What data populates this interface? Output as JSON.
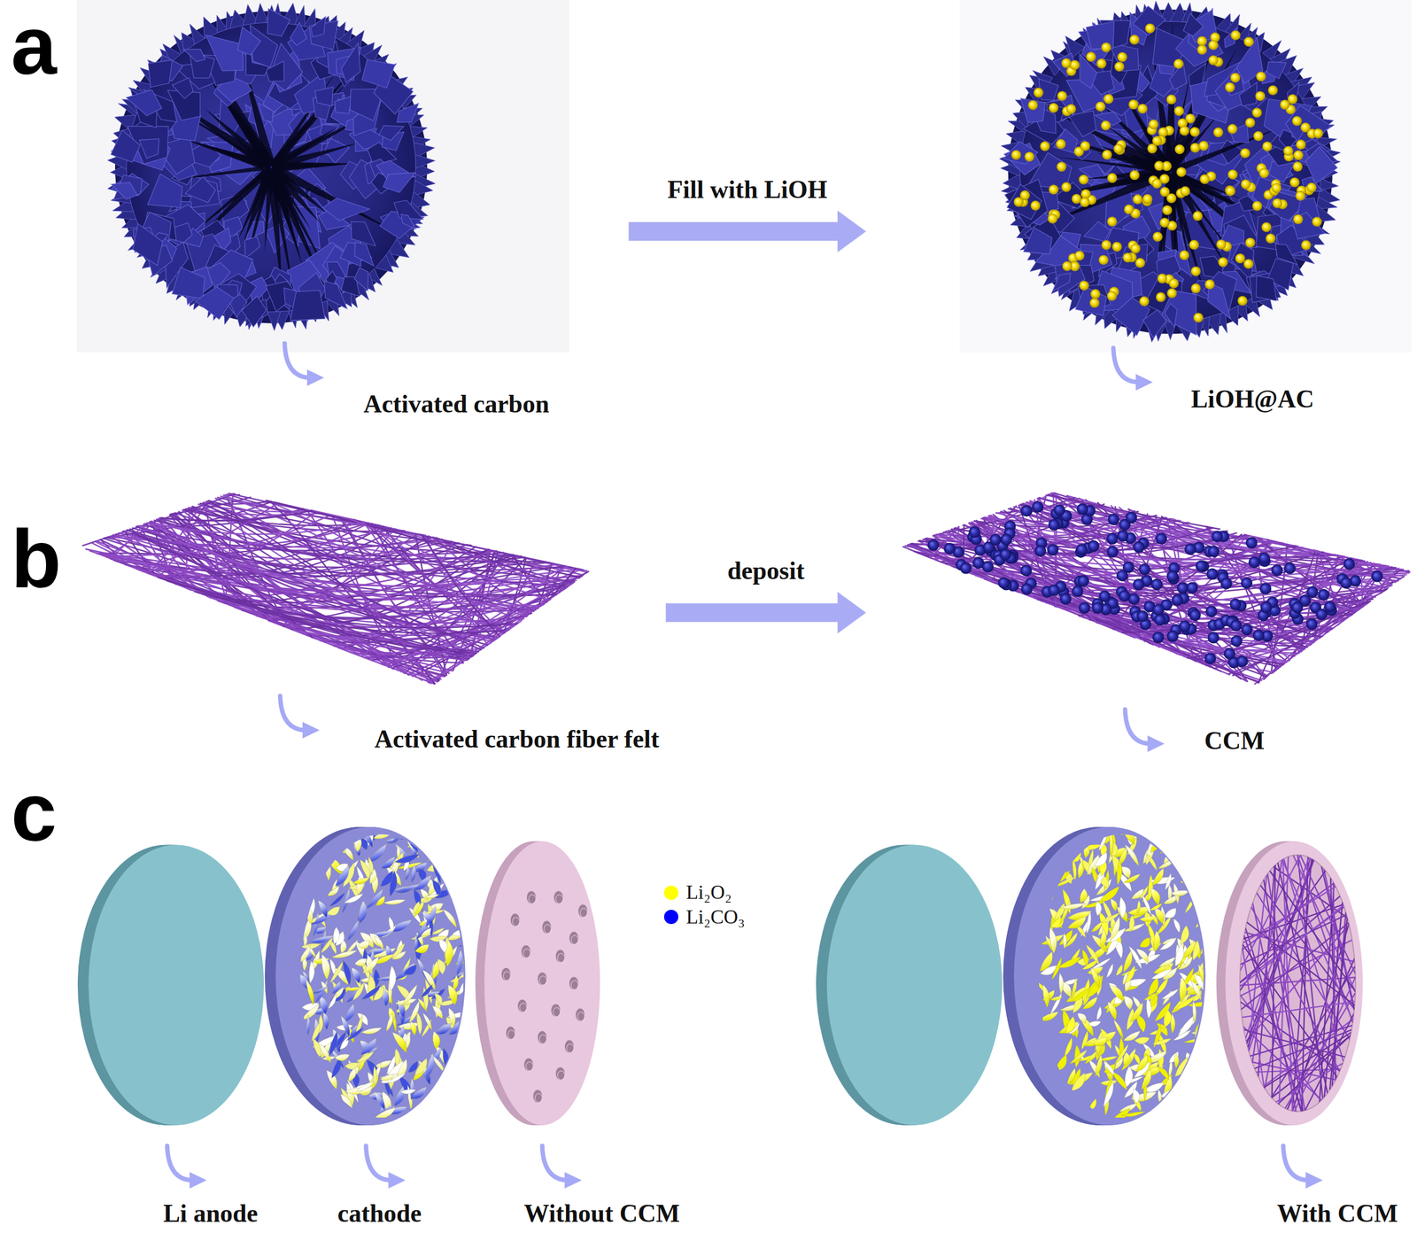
{
  "diagram": {
    "nodes": [
      {
        "text": [
          "Activated carbon"
        ]
      },
      {
        "text": [
          "LiOH@AC"
        ]
      },
      {
        "text": [
          "Activated carbon fiber felt"
        ]
      },
      {
        "text": [
          "CCM"
        ]
      },
      {
        "text": [
          "Li anode"
        ]
      },
      {
        "text": [
          "cathode"
        ]
      },
      {
        "text": [
          "Without CCM"
        ]
      },
      {
        "text": [
          "With CCM"
        ]
      }
    ],
    "edges": [
      {
        "from": 0,
        "to": 1,
        "label": "Fill with LiOH",
        "arrow": "to"
      },
      {
        "from": 2,
        "to": 3,
        "label": "deposit",
        "arrow": "to"
      }
    ],
    "labels": [
      "a",
      "b",
      "c"
    ],
    "legend": [
      {
        "text": "Li₂O₂",
        "color": "#ffff00"
      },
      {
        "text": "Li₂CO₃",
        "color": "#0000ff"
      }
    ]
  }
}
